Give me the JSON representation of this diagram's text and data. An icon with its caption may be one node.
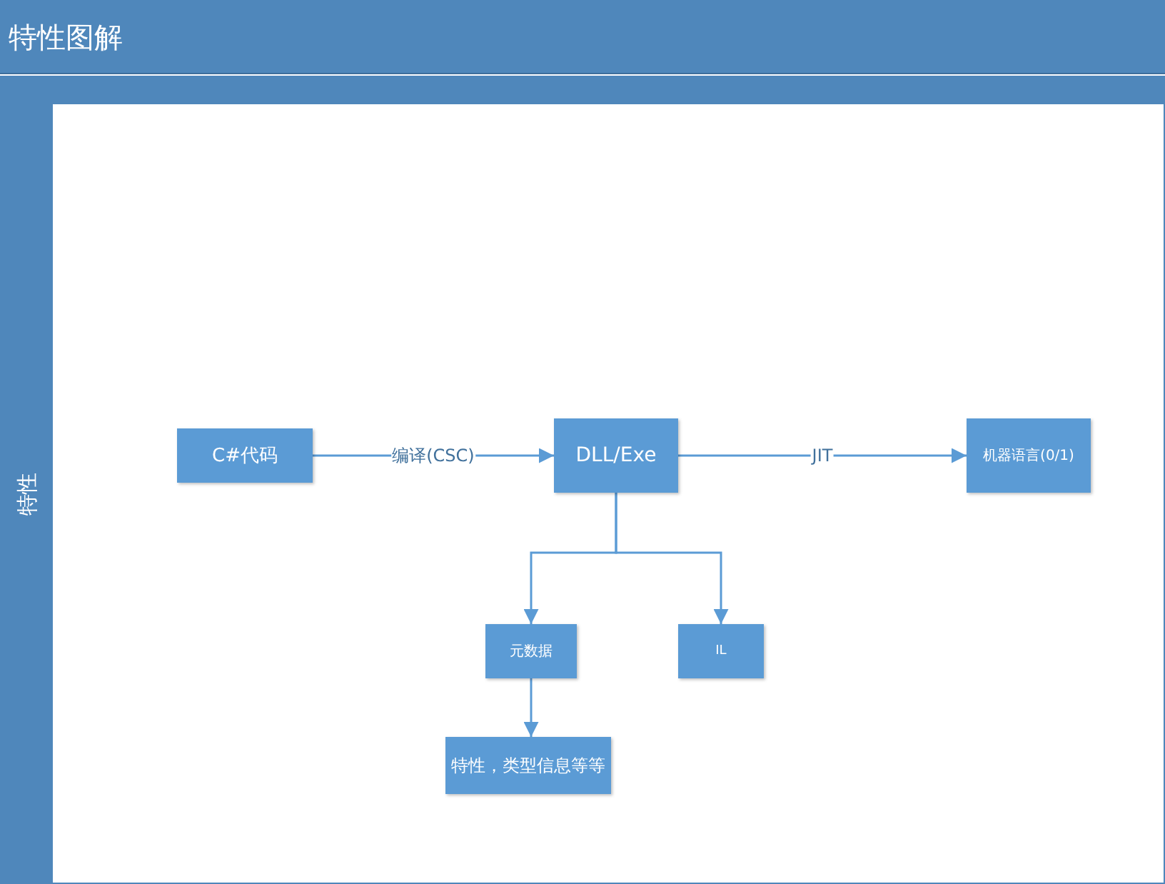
{
  "diagram": {
    "title": "特性图解",
    "nodes": [
      {
        "text": [
          "特性"
        ]
      },
      {
        "text": [
          "C#代码"
        ],
        "in": 0
      },
      {
        "text": [
          "DLL/Exe"
        ],
        "in": 0
      },
      {
        "text": [
          "机器语言(0/1)"
        ],
        "in": 0
      },
      {
        "text": [
          "元数据"
        ],
        "in": 0
      },
      {
        "text": [
          "IL"
        ],
        "in": 0
      },
      {
        "text": [
          "特性，类型信息等等"
        ],
        "in": 0
      }
    ],
    "edges": [
      {
        "from": 1,
        "to": 2,
        "arrow": "to",
        "label": "编译(CSC)"
      },
      {
        "from": 2,
        "to": 3,
        "arrow": "to",
        "label": "JIT"
      },
      {
        "from": 2,
        "to": 4,
        "arrow": "to"
      },
      {
        "from": 2,
        "to": 5,
        "arrow": "to"
      },
      {
        "from": 4,
        "to": 6,
        "arrow": "to"
      }
    ]
  }
}
